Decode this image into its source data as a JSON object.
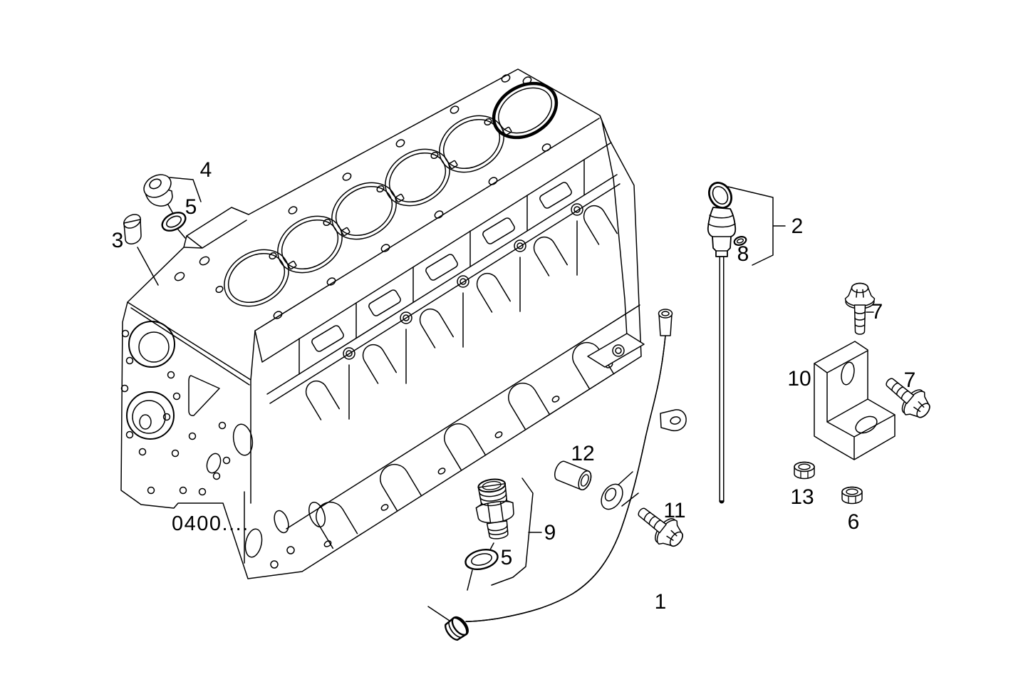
{
  "figure": {
    "background_color": "#ffffff",
    "ink_color": "#000000",
    "code_label": "0400....",
    "callouts": {
      "c1": "1",
      "c2": "2",
      "c3": "3",
      "c4": "4",
      "c5a": "5",
      "c5b": "5",
      "c6": "6",
      "c7a": "7",
      "c7b": "7",
      "c8": "8",
      "c9": "9",
      "c10": "10",
      "c11": "11",
      "c12": "12",
      "c13": "13"
    }
  }
}
